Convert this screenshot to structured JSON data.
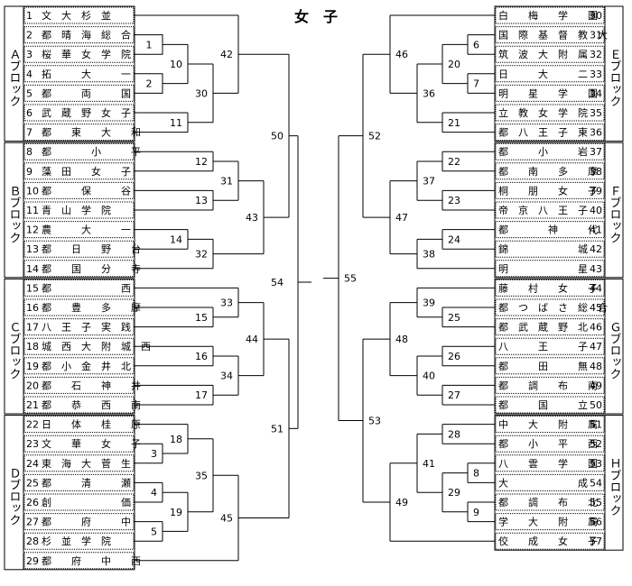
{
  "title": "女　子",
  "left_teams": [
    {
      "no": "1",
      "name": "文　大　杉　並"
    },
    {
      "no": "2",
      "name": "都　晴　海　総　合"
    },
    {
      "no": "3",
      "name": "桜　華　女　学　院"
    },
    {
      "no": "4",
      "name": "拓　　　大　　　一"
    },
    {
      "no": "5",
      "name": "都　　　両　　　国"
    },
    {
      "no": "6",
      "name": "武　蔵　野　女　子"
    },
    {
      "no": "7",
      "name": "都　　東　　大　　和"
    },
    {
      "no": "8",
      "name": "都　　　　小　　　平"
    },
    {
      "no": "9",
      "name": "藻　田　　女　　子"
    },
    {
      "no": "10",
      "name": "都　　　保　　　谷"
    },
    {
      "no": "11",
      "name": "青　山　学　院"
    },
    {
      "no": "12",
      "name": "農　　　大　　　一"
    },
    {
      "no": "13",
      "name": "都　　日　　野　　台"
    },
    {
      "no": "14",
      "name": "都　　国　　分　　寺"
    },
    {
      "no": "15",
      "name": "都　　　　　　　西"
    },
    {
      "no": "16",
      "name": "都　　豊　　多　　摩"
    },
    {
      "no": "17",
      "name": "八　王　子　実　践"
    },
    {
      "no": "18",
      "name": "城　西　大　附　城　西"
    },
    {
      "no": "19",
      "name": "都　小　金　井　北"
    },
    {
      "no": "20",
      "name": "都　　石　　神　　井"
    },
    {
      "no": "21",
      "name": "都　　恭　　西　　南"
    },
    {
      "no": "22",
      "name": "日　　体　　桂　　原"
    },
    {
      "no": "23",
      "name": "文　　華　　女　　子"
    },
    {
      "no": "24",
      "name": "東　海　大　菅　生"
    },
    {
      "no": "25",
      "name": "都　　　清　　　瀬"
    },
    {
      "no": "26",
      "name": "創　　　　　　　価"
    },
    {
      "no": "27",
      "name": "都　　　府　　　中"
    },
    {
      "no": "28",
      "name": "杉　並　学　院"
    },
    {
      "no": "29",
      "name": "都　　府　　中　　西"
    }
  ],
  "right_teams": [
    {
      "no": "30",
      "name": "白　　梅　　学　　園"
    },
    {
      "no": "31",
      "name": "国　際　基　督　教　大"
    },
    {
      "no": "32",
      "name": "筑　波　大　附　属"
    },
    {
      "no": "33",
      "name": "日　　　大　　　二"
    },
    {
      "no": "34",
      "name": "明　　星　　学　　園"
    },
    {
      "no": "35",
      "name": "立　教　女　学　院"
    },
    {
      "no": "36",
      "name": "都　八　王　子　東"
    },
    {
      "no": "37",
      "name": "都　　　小　　　岩"
    },
    {
      "no": "38",
      "name": "都　　南　　多　　摩"
    },
    {
      "no": "39",
      "name": "桐　　朋　　女　　子"
    },
    {
      "no": "40",
      "name": "帝　京　八　王　子"
    },
    {
      "no": "41",
      "name": "都　　　　神　　　代"
    },
    {
      "no": "42",
      "name": "錦　　　　　　　城"
    },
    {
      "no": "43",
      "name": "明　　　　　　　星"
    },
    {
      "no": "44",
      "name": "藤　　村　　女　　子"
    },
    {
      "no": "45",
      "name": "都　つ　ば　さ　総　合"
    },
    {
      "no": "46",
      "name": "都　武　蔵　野　北"
    },
    {
      "no": "47",
      "name": "八　　　王　　　子"
    },
    {
      "no": "48",
      "name": "都　　　田　　　無"
    },
    {
      "no": "49",
      "name": "都　　調　　布　　南"
    },
    {
      "no": "50",
      "name": "都　　　国　　　立"
    },
    {
      "no": "51",
      "name": "中　　大　　附　　属"
    },
    {
      "no": "52",
      "name": "都　　小　　平　　西"
    },
    {
      "no": "53",
      "name": "八　　雲　　学　　園"
    },
    {
      "no": "54",
      "name": "大　　　　　　　成"
    },
    {
      "no": "55",
      "name": "都　　調　　布　　北"
    },
    {
      "no": "56",
      "name": "学　　大　　附　　属"
    },
    {
      "no": "57",
      "name": "佼　　成　　女　　子"
    }
  ],
  "blocks_left": [
    {
      "label": "Ａブロック"
    },
    {
      "label": "Ｂブロック"
    },
    {
      "label": "Ｃブロック"
    },
    {
      "label": "Ｄブロック"
    }
  ],
  "blocks_right": [
    {
      "label": "Ｅブロック"
    },
    {
      "label": "Ｆブロック"
    },
    {
      "label": "Ｇブロック"
    },
    {
      "label": "Ｈブロック"
    }
  ],
  "match_numbers": {
    "m1": "1",
    "m2": "2",
    "m3": "3",
    "m4": "4",
    "m5": "5",
    "m6": "6",
    "m7": "7",
    "m8": "8",
    "m9": "9",
    "m10": "10",
    "m11": "11",
    "m12": "12",
    "m13": "13",
    "m14": "14",
    "m15": "15",
    "m16": "16",
    "m17": "17",
    "m18": "18",
    "m19": "19",
    "m20": "20",
    "m21": "21",
    "m22": "22",
    "m23": "23",
    "m24": "24",
    "m25": "25",
    "m26": "26",
    "m27": "27",
    "m28": "28",
    "m29": "29",
    "m30": "30",
    "m31": "31",
    "m32": "32",
    "m33": "33",
    "m34": "34",
    "m35": "35",
    "m36": "36",
    "m37": "37",
    "m38": "38",
    "m39": "39",
    "m40": "40",
    "m41": "41",
    "m42": "42",
    "m43": "43",
    "m44": "44",
    "m45": "45",
    "m46": "46",
    "m47": "47",
    "m48": "48",
    "m49": "49",
    "m50": "50",
    "m51": "51",
    "m52": "52",
    "m53": "53",
    "m54": "54",
    "m55": "55"
  }
}
